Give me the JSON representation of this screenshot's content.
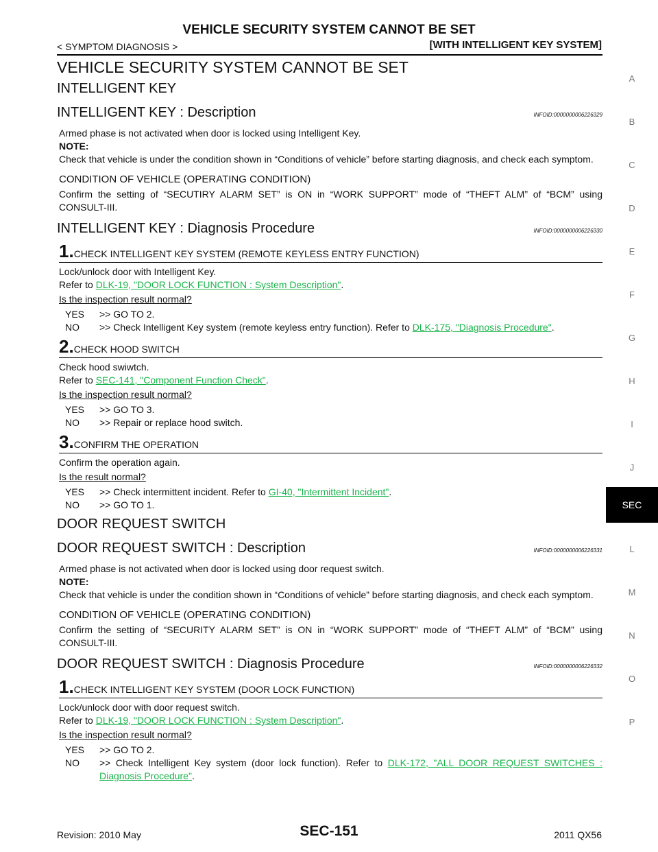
{
  "header": {
    "title": "VEHICLE SECURITY SYSTEM CANNOT BE SET",
    "left": "< SYMPTOM DIAGNOSIS >",
    "right": "[WITH INTELLIGENT KEY SYSTEM]"
  },
  "main_title": "VEHICLE SECURITY SYSTEM CANNOT BE SET",
  "sections": {
    "ik": {
      "title": "INTELLIGENT KEY",
      "desc_title": "INTELLIGENT KEY : Description",
      "desc_infoid": "INFOID:0000000006226329",
      "desc_p1": "Armed phase is not activated when door is locked using Intelligent Key.",
      "note_label": "NOTE:",
      "note_text": "Check that vehicle is under the condition shown in “Conditions of vehicle” before starting diagnosis, and check each symptom.",
      "cond_title": "CONDITION OF VEHICLE (OPERATING CONDITION)",
      "cond_text": "Confirm the setting of “SECUTIRY ALARM SET” is ON in “WORK SUPPORT” mode of “THEFT ALM” of “BCM” using CONSULT-III.",
      "diag_title": "INTELLIGENT KEY : Diagnosis Procedure",
      "diag_infoid": "INFOID:0000000006226330",
      "step1": {
        "num": "1.",
        "title": "CHECK INTELLIGENT KEY SYSTEM (REMOTE KEYLESS ENTRY FUNCTION)",
        "line1": "Lock/unlock door with Intelligent Key.",
        "refer": "Refer to ",
        "link": "DLK-19, \"DOOR LOCK FUNCTION : System Description\"",
        "dot": ".",
        "question": "Is the inspection result normal?",
        "yes_k": "YES",
        "yes_v": ">> GO TO 2.",
        "no_k": "NO",
        "no_v": ">> Check Intelligent Key system (remote keyless entry function). Refer to ",
        "no_link": "DLK-175, \"Diagnosis Procedure\"",
        "no_dot": "."
      },
      "step2": {
        "num": "2.",
        "title": "CHECK HOOD SWITCH",
        "line1": "Check hood swiwtch.",
        "refer": "Refer to ",
        "link": "SEC-141, \"Component Function Check\"",
        "dot": ".",
        "question": "Is the inspection result normal?",
        "yes_k": "YES",
        "yes_v": ">> GO TO 3.",
        "no_k": "NO",
        "no_v": ">> Repair or replace hood switch."
      },
      "step3": {
        "num": "3.",
        "title": "CONFIRM THE OPERATION",
        "line1": "Confirm the operation again.",
        "question": "Is the result normal?",
        "yes_k": "YES",
        "yes_v": ">> Check intermittent incident. Refer to ",
        "yes_link": "GI-40, \"Intermittent Incident\"",
        "yes_dot": ".",
        "no_k": "NO",
        "no_v": ">> GO TO 1."
      }
    },
    "drs": {
      "title": "DOOR REQUEST SWITCH",
      "desc_title": "DOOR REQUEST SWITCH : Description",
      "desc_infoid": "INFOID:0000000006226331",
      "desc_p1": "Armed phase is not activated when door is locked using door request switch.",
      "note_label": "NOTE:",
      "note_text": "Check that vehicle is under the condition shown in “Conditions of vehicle” before starting diagnosis, and check each symptom.",
      "cond_title": "CONDITION OF VEHICLE (OPERATING CONDITION)",
      "cond_text": "Confirm the setting of “SECURITY ALARM SET” is ON in “WORK SUPPORT” mode of “THEFT ALM” of “BCM” using CONSULT-III.",
      "diag_title": "DOOR REQUEST SWITCH : Diagnosis Procedure",
      "diag_infoid": "INFOID:0000000006226332",
      "step1": {
        "num": "1.",
        "title": "CHECK INTELLIGENT KEY SYSTEM (DOOR LOCK FUNCTION)",
        "line1": "Lock/unlock door with door request switch.",
        "refer": "Refer to ",
        "link": "DLK-19, \"DOOR LOCK FUNCTION : System Description\"",
        "dot": ".",
        "question": "Is the inspection result normal?",
        "yes_k": "YES",
        "yes_v": ">> GO TO 2.",
        "no_k": "NO",
        "no_v": ">> Check Intelligent Key system (door lock function). Refer to ",
        "no_link": "DLK-172, \"ALL DOOR REQUEST SWITCHES : Diagnosis Procedure\"",
        "no_dot": "."
      }
    }
  },
  "sidebar": {
    "letters": [
      "A",
      "B",
      "C",
      "D",
      "E",
      "F",
      "G",
      "H",
      "I",
      "J",
      "L",
      "M",
      "N",
      "O",
      "P"
    ],
    "active": "SEC"
  },
  "footer": {
    "left": "Revision: 2010 May",
    "center": "SEC-151",
    "right": "2011 QX56"
  }
}
